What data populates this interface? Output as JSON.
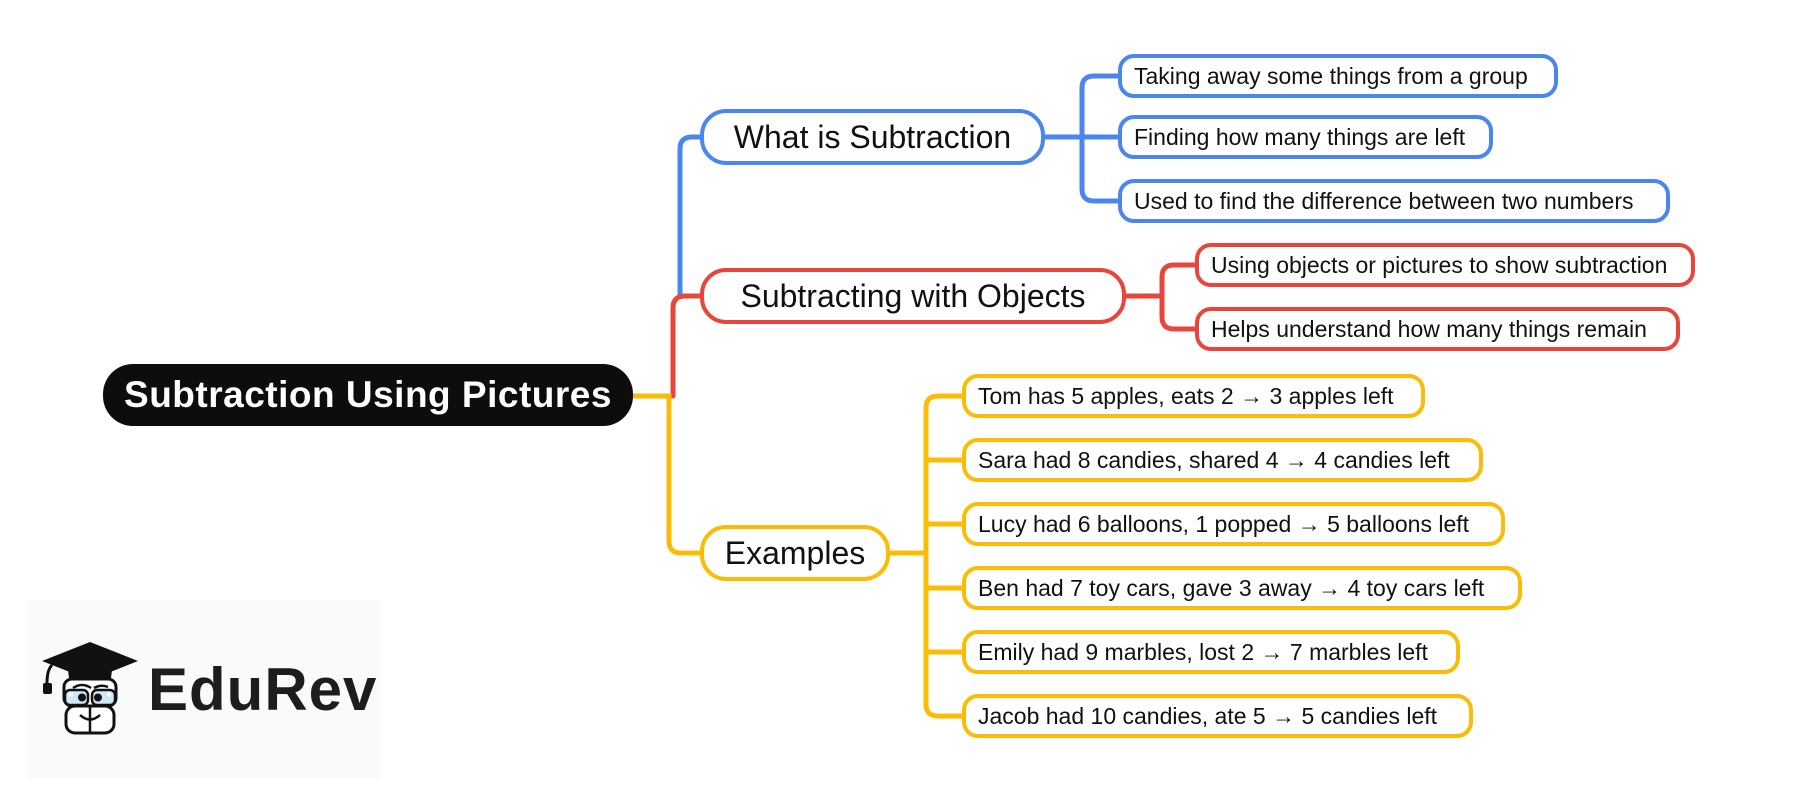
{
  "title": "Subtraction Using Pictures",
  "colors": {
    "blue": "#4a86ee",
    "red": "#e8463b",
    "yellow": "#fbbc05",
    "root_bg": "#0d0d0d",
    "root_text": "#ffffff"
  },
  "branches": [
    {
      "label": "What is Subtraction",
      "color": "blue",
      "children": [
        "Taking away some things from a group",
        "Finding how many things are left",
        "Used to find the difference between two numbers"
      ]
    },
    {
      "label": "Subtracting with Objects",
      "color": "red",
      "children": [
        "Using objects or pictures to show subtraction",
        "Helps understand how many things remain"
      ]
    },
    {
      "label": "Examples",
      "color": "yellow",
      "children": [
        "Tom has 5 apples, eats 2 → 3 apples left",
        "Sara had 8 candies, shared 4 → 4 candies left",
        "Lucy had 6 balloons, 1 popped → 5 balloons left",
        "Ben had 7 toy cars, gave 3 away → 4 toy cars left",
        "Emily had 9 marbles, lost 2 → 7 marbles left",
        "Jacob had 10 candies, ate 5 → 5 candies left"
      ]
    }
  ],
  "logo": {
    "brand": "EduRev",
    "mascot": "graduation-cap-book-mascot"
  }
}
